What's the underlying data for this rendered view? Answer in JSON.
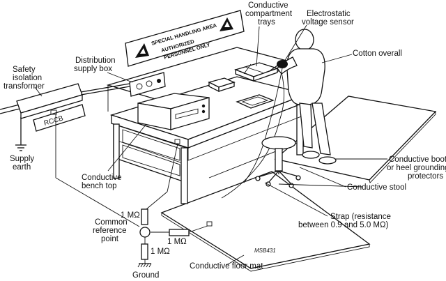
{
  "sign": {
    "lines": [
      "SPECIAL HANDLING AREA",
      "AUTHORIZED",
      "PERSONNEL ONLY"
    ]
  },
  "labels": {
    "safety_transformer": [
      "Safety",
      "isolation",
      "transformer"
    ],
    "supply_earth": [
      "Supply",
      "earth"
    ],
    "rccb": "RCCB",
    "distribution_box": [
      "Distribution",
      "supply box"
    ],
    "compartment_trays": [
      "Conductive",
      "compartment",
      "trays"
    ],
    "voltage_sensor": [
      "Electrostatic",
      "voltage sensor"
    ],
    "cotton_overall": "Cotton overall",
    "bench_top": [
      "Conductive",
      "bench top"
    ],
    "boots": [
      "Conductive boots",
      "or heel grounding",
      "protectors"
    ],
    "stool": "Conductive stool",
    "strap": [
      "Strap (resistance",
      "between 0.9 and 5.0 MΩ)"
    ],
    "common_reference": [
      "Common",
      "reference",
      "point"
    ],
    "resistor_top": "1 MΩ",
    "resistor_right": "1 MΩ",
    "resistor_bottom": "1 MΩ",
    "ground": "Ground",
    "floor_mat": "Conductive floor mat",
    "figure_code": "MSB431"
  }
}
